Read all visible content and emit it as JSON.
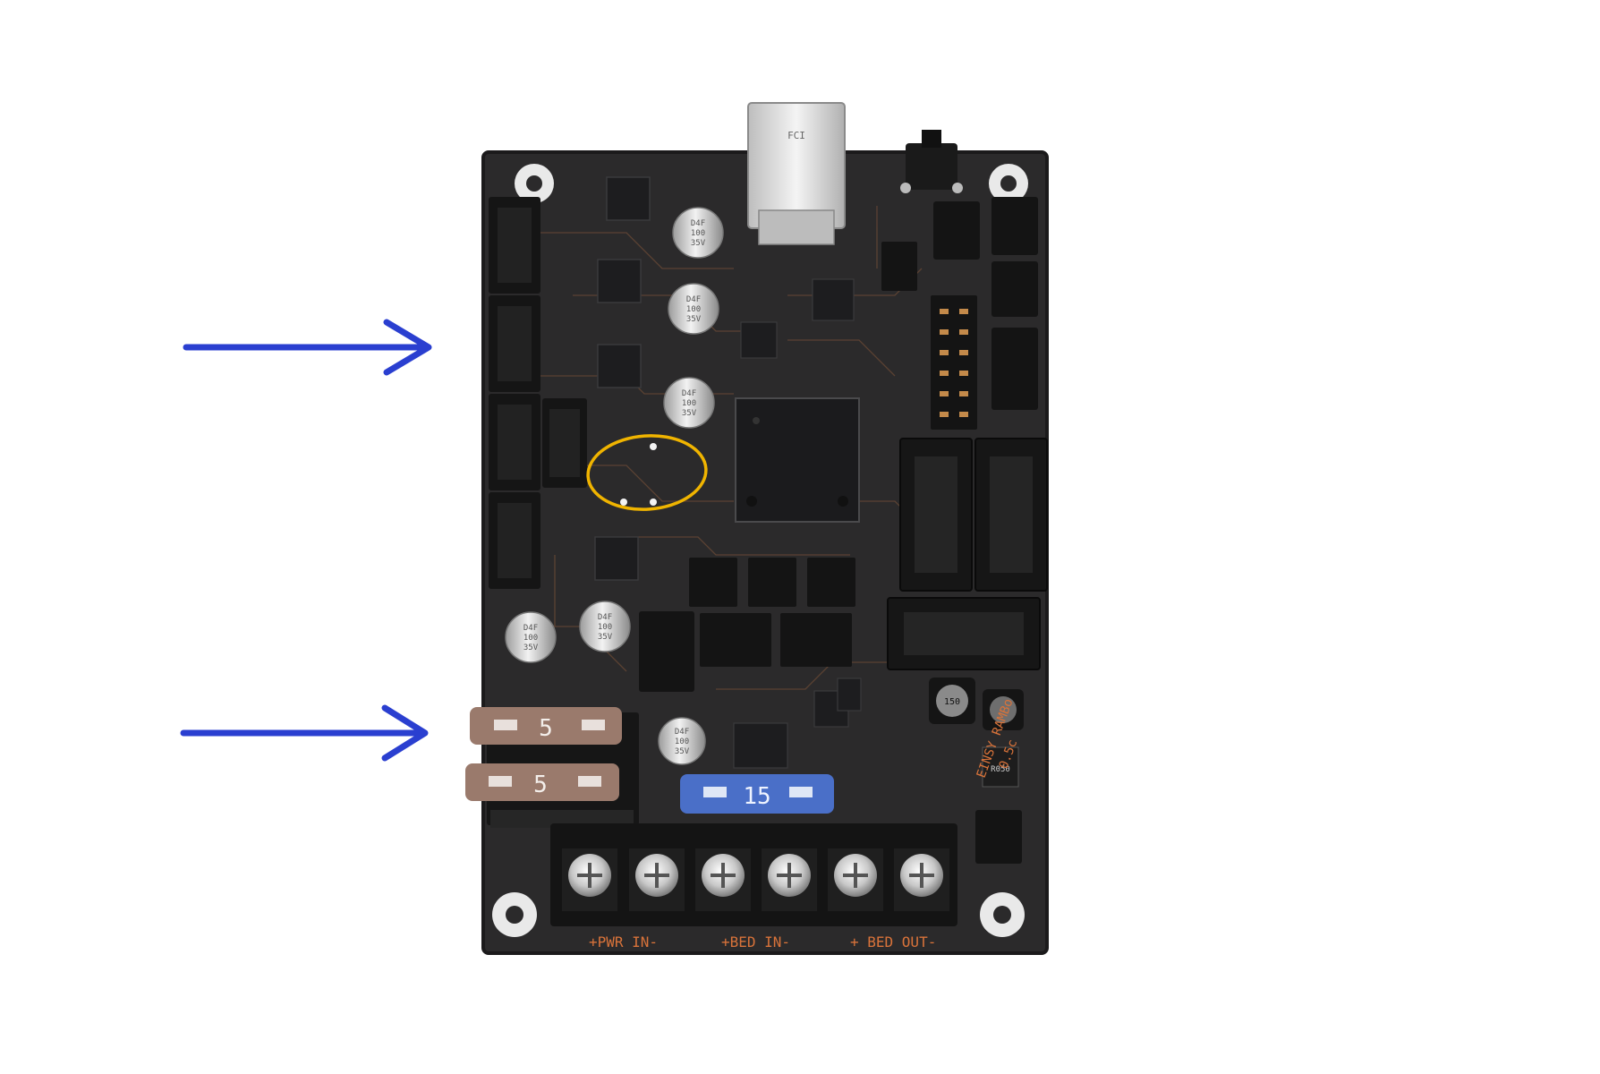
{
  "scene": {
    "board_color": "#2b2a2b",
    "silkscreen_color": "#d9733a",
    "arrow_color": "#2a3fd0",
    "highlight_color": "#f0b400"
  },
  "silkscreen": {
    "board_name": "EINSY RAMBo",
    "version": "0.5c",
    "bottom_labels": [
      "+PWR IN-",
      "+BED IN-",
      "+ BED OUT-"
    ],
    "inductor_marking": "150",
    "resistor_marking": "R050"
  },
  "fuses": [
    {
      "rating": "5",
      "color": "#9a7a6c"
    },
    {
      "rating": "5",
      "color": "#9a7a6c"
    },
    {
      "rating": "15",
      "color": "#4a6fc8"
    }
  ],
  "capacitor_marking": [
    "D4F",
    "100",
    "35V"
  ],
  "usb_marking": "FCI",
  "annotations": {
    "arrows": [
      {
        "target": "motor-connectors"
      },
      {
        "target": "fuses"
      }
    ],
    "highlight": {
      "target": "driver-chip-area"
    }
  }
}
